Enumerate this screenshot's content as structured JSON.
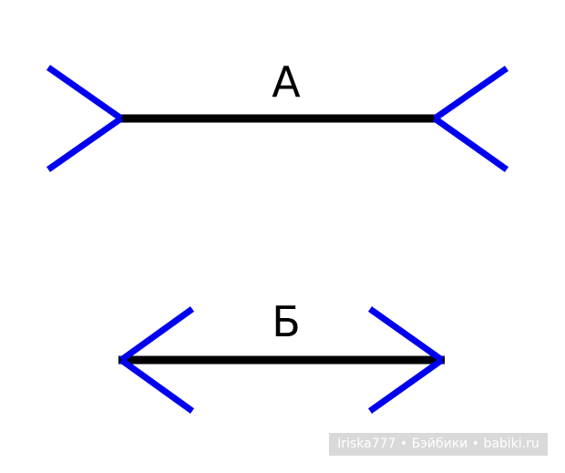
{
  "figure": {
    "label_a": "А",
    "label_b": "Б"
  },
  "colors": {
    "shaft": "#000000",
    "fins": "#0000ee",
    "watermark_bg": "#d9d9d9",
    "watermark_text": "#ffffff"
  },
  "watermark": {
    "text": "Iriska777 • Бэйбики • babiki.ru"
  }
}
